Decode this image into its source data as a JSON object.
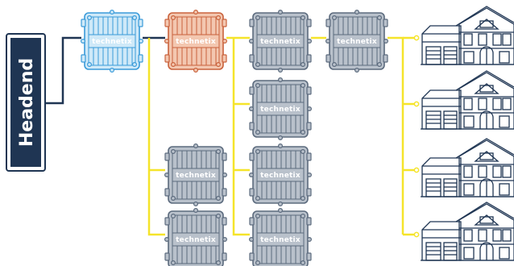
{
  "headend": {
    "label": "Headend",
    "color": "#1f3553"
  },
  "amp_label": "technetix",
  "amplifiers": [
    {
      "id": "amp-blue",
      "col": 0,
      "row": 0,
      "variant": "blue"
    },
    {
      "id": "amp-orange",
      "col": 1,
      "row": 0,
      "variant": "orange"
    },
    {
      "id": "amp-c2r0",
      "col": 2,
      "row": 0,
      "variant": "gray"
    },
    {
      "id": "amp-c3r0",
      "col": 3,
      "row": 0,
      "variant": "gray"
    },
    {
      "id": "amp-c2r1",
      "col": 2,
      "row": 1,
      "variant": "gray"
    },
    {
      "id": "amp-c2r2",
      "col": 2,
      "row": 2,
      "variant": "gray"
    },
    {
      "id": "amp-c2r3",
      "col": 2,
      "row": 3,
      "variant": "gray"
    },
    {
      "id": "amp-c1r2",
      "col": 1,
      "row": 2,
      "variant": "gray"
    },
    {
      "id": "amp-c1r3",
      "col": 1,
      "row": 3,
      "variant": "gray"
    }
  ],
  "houses": [
    {
      "row": 0
    },
    {
      "row": 1
    },
    {
      "row": 2
    },
    {
      "row": 3
    }
  ],
  "colors": {
    "cable_dark": "#1f3553",
    "cable_yellow": "#f5e42a",
    "blue_fill": "#cfe9f8",
    "blue_stroke": "#3a9bd9",
    "orange_fill": "#f3c7b0",
    "orange_stroke": "#c9623c",
    "gray_fill": "#b9c1cb",
    "gray_stroke": "#5b6a7d",
    "house_stroke": "#1f3553"
  }
}
